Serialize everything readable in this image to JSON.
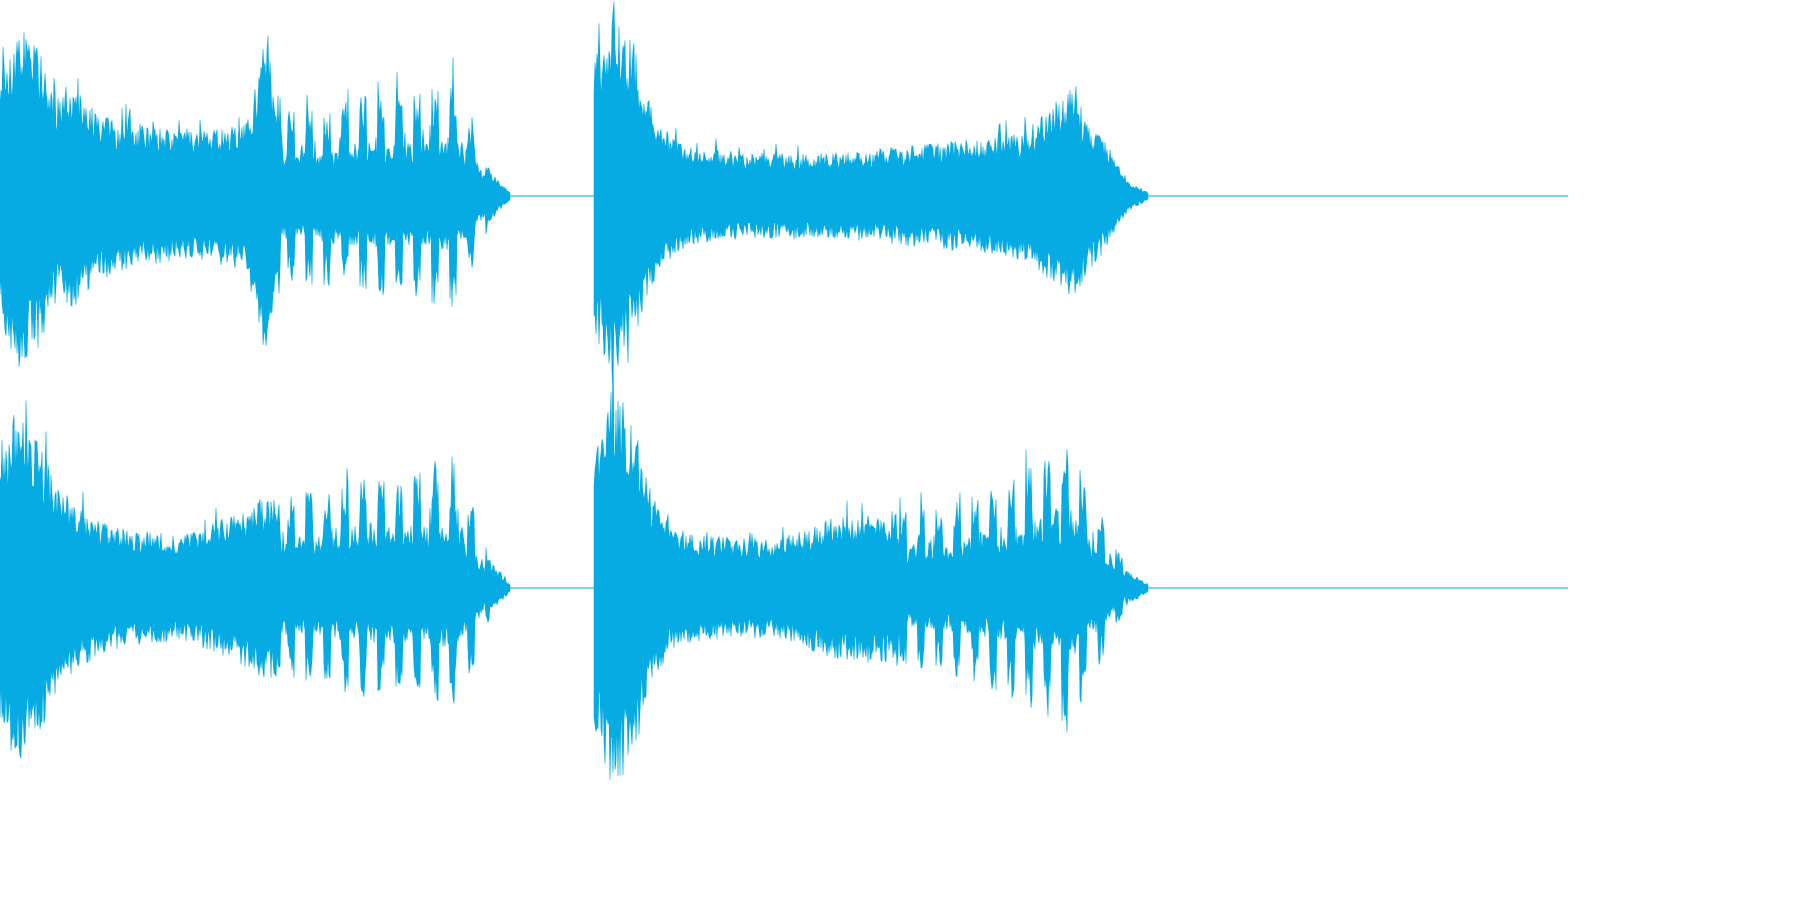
{
  "waveform": {
    "color": "#05ABE2",
    "background": "#FFFFFF",
    "channels": [
      {
        "name": "",
        "clips": [
          {
            "envelope": [
              0.62,
              0.92,
              0.78,
              0.55,
              0.57,
              0.45,
              0.4,
              0.37,
              0.35,
              0.34,
              0.33,
              0.34,
              0.36,
              0.38,
              0.8,
              0.44,
              0.45,
              0.47,
              0.5,
              0.51,
              0.52,
              0.53,
              0.54,
              0.55,
              0.57,
              0.4,
              0.12,
              0.02
            ],
            "bursts": true
          },
          {
            "envelope": [
              0.7,
              1.0,
              0.8,
              0.45,
              0.3,
              0.25,
              0.24,
              0.23,
              0.22,
              0.22,
              0.22,
              0.22,
              0.22,
              0.23,
              0.24,
              0.25,
              0.26,
              0.27,
              0.28,
              0.29,
              0.3,
              0.32,
              0.35,
              0.45,
              0.55,
              0.4,
              0.25,
              0.08,
              0.02
            ],
            "bursts": false
          }
        ]
      },
      {
        "name": "",
        "clips": [
          {
            "envelope": [
              0.62,
              0.9,
              0.72,
              0.5,
              0.4,
              0.34,
              0.3,
              0.28,
              0.27,
              0.26,
              0.27,
              0.3,
              0.34,
              0.38,
              0.44,
              0.45,
              0.47,
              0.49,
              0.5,
              0.52,
              0.53,
              0.54,
              0.55,
              0.57,
              0.58,
              0.4,
              0.12,
              0.02
            ],
            "bursts": true
          },
          {
            "envelope": [
              0.7,
              1.0,
              0.82,
              0.45,
              0.3,
              0.26,
              0.25,
              0.24,
              0.24,
              0.24,
              0.26,
              0.3,
              0.34,
              0.35,
              0.36,
              0.37,
              0.38,
              0.4,
              0.42,
              0.44,
              0.48,
              0.52,
              0.58,
              0.62,
              0.7,
              0.5,
              0.3,
              0.08,
              0.02
            ],
            "bursts": true
          }
        ]
      }
    ]
  }
}
